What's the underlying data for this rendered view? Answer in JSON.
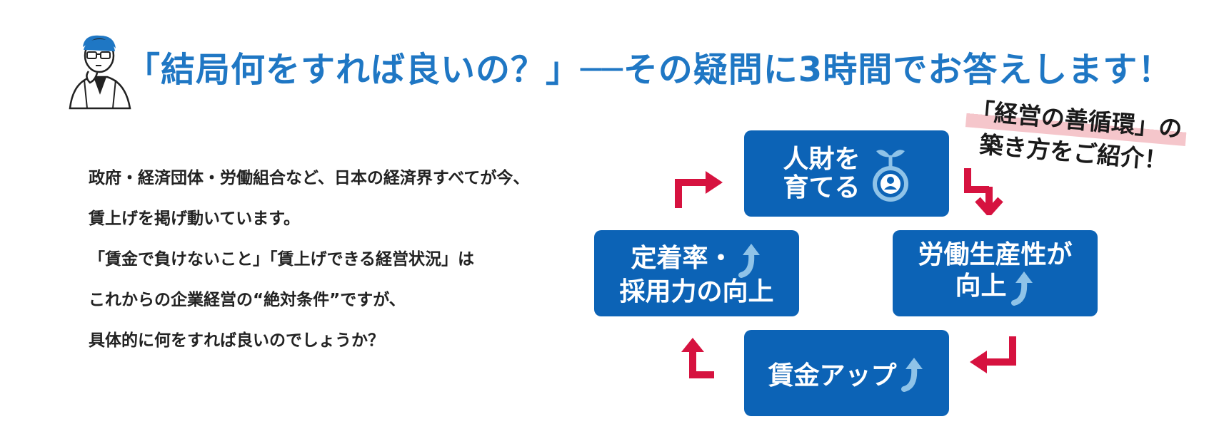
{
  "header": {
    "headline": "「結局何をすれば良いの？」──その疑問に3時間でお答えします！"
  },
  "intro": {
    "lines": [
      "政府・経済団体・労働組合など、日本の経済界すべてが今、",
      "賃上げを掲げ動いています。",
      "「賃金で負けないこと」「賃上げできる経営状況」は",
      "これからの企業経営の“絶対条件”ですが、",
      "具体的に何をすれば良いのでしょうか？"
    ]
  },
  "cycle": {
    "top": {
      "line1": "人財を",
      "line2": "育てる"
    },
    "right": {
      "line1": "労働生産性が",
      "line2": "向上"
    },
    "bottom": {
      "line1": "賃金アップ"
    },
    "left": {
      "line1": "定着率・",
      "line2": "採用力の向上"
    }
  },
  "tagline": {
    "line1": "「経営の善循環」の",
    "line2": "築き方をご紹介！"
  },
  "colors": {
    "headline_blue": "#1f77c4",
    "box_blue": "#0c63b6",
    "arrow_red": "#d6123f",
    "light_blue_arrow": "#8fc3e8",
    "highlight_pink": "#f5c6cb"
  }
}
